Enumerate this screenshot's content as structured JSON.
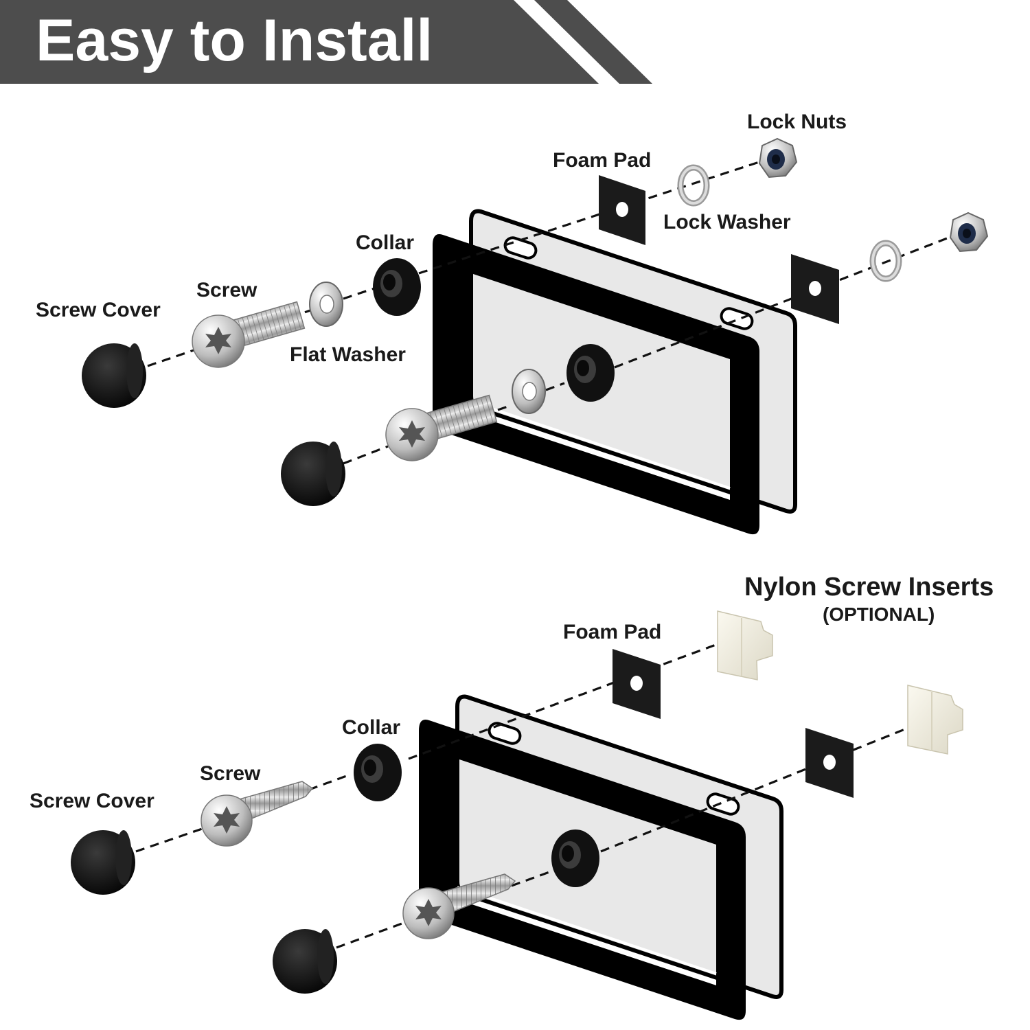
{
  "header": {
    "title": "Easy to Install",
    "colors": {
      "banner": "#4d4d4d",
      "stripe": "#4d4d4d"
    }
  },
  "top_assembly": {
    "labels": {
      "screw_cover": "Screw Cover",
      "screw": "Screw",
      "flat_washer": "Flat Washer",
      "collar": "Collar",
      "foam_pad": "Foam Pad",
      "lock_washer": "Lock Washer",
      "lock_nuts": "Lock Nuts"
    }
  },
  "bottom_assembly": {
    "labels": {
      "screw_cover": "Screw Cover",
      "screw": "Screw",
      "collar": "Collar",
      "foam_pad": "Foam Pad",
      "nylon_inserts": "Nylon Screw Inserts",
      "optional": "(OPTIONAL)"
    }
  },
  "colors": {
    "part_black": "#111111",
    "plate_fill": "#e8e8e8",
    "steel": "#c7c7c7",
    "nylon": "#f0ede0",
    "nut_blue": "#1f2d4a"
  }
}
